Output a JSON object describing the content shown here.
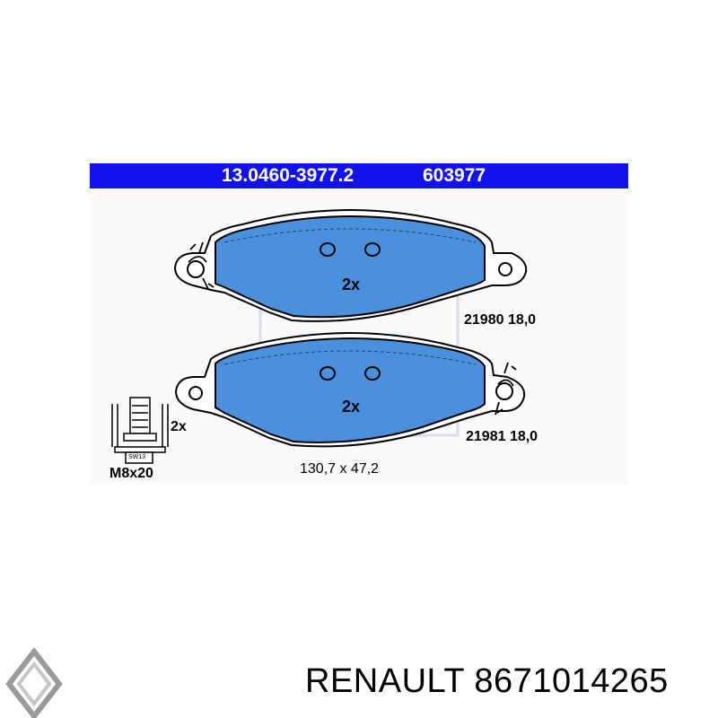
{
  "header": {
    "part_number": "13.0460-3977.2",
    "code": "603977"
  },
  "labels": {
    "top_pad_qty": "2x",
    "top_pad_ref": "21980 18,0",
    "bottom_pad_qty": "2x",
    "bottom_pad_ref": "21981 18,0",
    "bolt_qty": "2x",
    "bolt_size": "M8x20",
    "bolt_head": "SW13",
    "dimensions": "130,7 x 47,2"
  },
  "brand": {
    "text": "RENAULT 8671014265",
    "logo": "renault-diamond-logo"
  },
  "colors": {
    "header_bg": "#1212ee",
    "pad_fill": "#4a90dd",
    "outline": "#000000"
  }
}
